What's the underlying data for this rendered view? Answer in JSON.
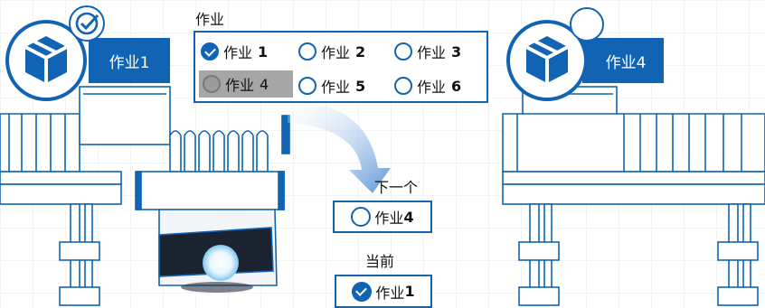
{
  "left_station": {
    "job_label": "作业1",
    "status": "checked"
  },
  "right_station": {
    "job_label": "作业4",
    "status": "unchecked"
  },
  "job_panel": {
    "title": "作业",
    "options": [
      {
        "label": "作业",
        "num": "1",
        "state": "checked"
      },
      {
        "label": "作业",
        "num": "2",
        "state": "unchecked"
      },
      {
        "label": "作业",
        "num": "3",
        "state": "unchecked"
      },
      {
        "label": "作业",
        "num": "4",
        "state": "disabled"
      },
      {
        "label": "作业",
        "num": "5",
        "state": "unchecked"
      },
      {
        "label": "作业",
        "num": "6",
        "state": "unchecked"
      }
    ]
  },
  "next": {
    "title": "下一个",
    "label": "作业",
    "num": "4"
  },
  "current": {
    "title": "当前",
    "label": "作业",
    "num": "1"
  },
  "colors": {
    "accent": "#1164b4",
    "disabled": "#a6a6a6",
    "arrow": "#8fb8e3"
  }
}
